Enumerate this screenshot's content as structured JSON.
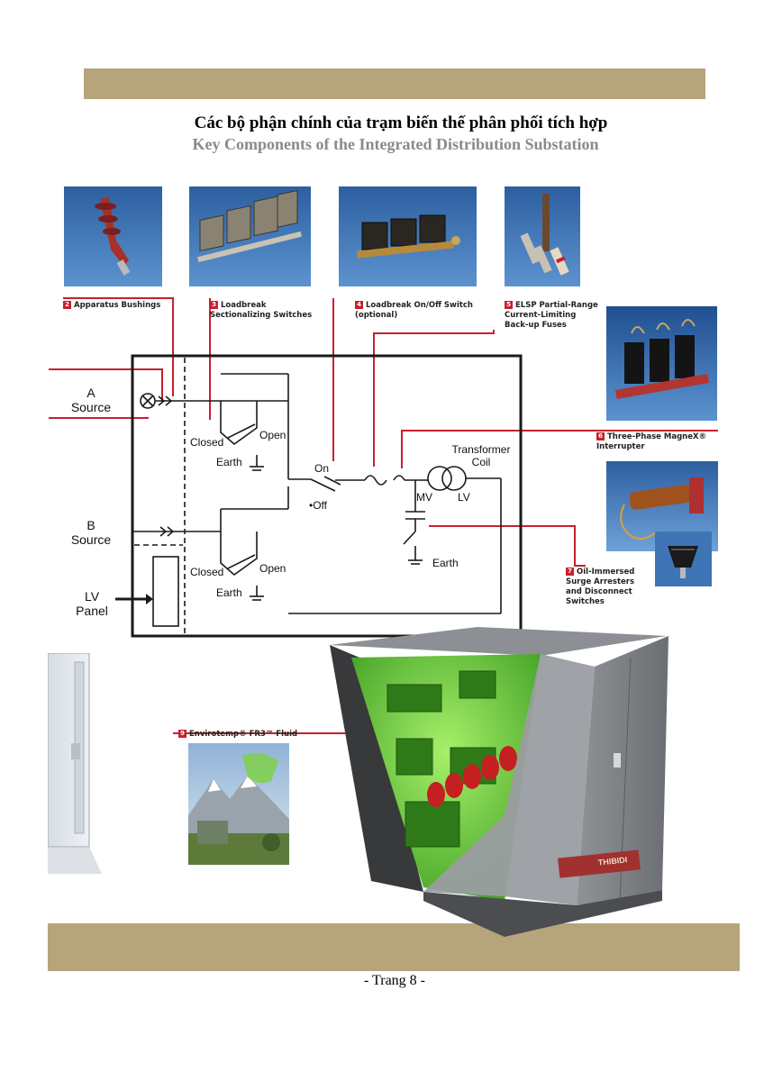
{
  "header": {
    "title_vi": "Các bộ phận chính của trạm biến thế phân phối tích hợp",
    "title_en": "Key Components of the Integrated Distribution Substation"
  },
  "callouts": [
    {
      "num": "2",
      "lines": [
        "Apparatus Bushings"
      ]
    },
    {
      "num": "3",
      "lines": [
        "Loadbreak",
        "Sectionalizing Switches"
      ]
    },
    {
      "num": "4",
      "lines": [
        "Loadbreak On/Off Switch",
        "(optional)"
      ]
    },
    {
      "num": "5",
      "lines": [
        "ELSP Partial-Range",
        "Current-Limiting",
        "Back-up Fuses"
      ]
    },
    {
      "num": "6",
      "lines": [
        "Three-Phase MagneX®",
        "Interrupter"
      ]
    },
    {
      "num": "7",
      "lines": [
        "Oil-Immersed",
        "Surge Arresters",
        "and Disconnect",
        "Switches"
      ]
    },
    {
      "num": "9",
      "lines": [
        "Envirotemp® FR3™ Fluid"
      ]
    }
  ],
  "diagram": {
    "source_a": [
      "A",
      "Source"
    ],
    "source_b": [
      "B",
      "Source"
    ],
    "lv_panel": [
      "LV",
      "Panel"
    ],
    "closed": "Closed",
    "open": "Open",
    "earth": "Earth",
    "on": "On",
    "off": "Off",
    "transformer": [
      "Transformer",
      "Coil"
    ],
    "mv": "MV",
    "lv": "LV"
  },
  "cabinet_brand": "THIBIDI",
  "footer": {
    "page": "- Trang 8 -"
  },
  "colors": {
    "band": "#b6a57b",
    "callout_red": "#c8202e",
    "fluid_green": "#6fd13a"
  }
}
